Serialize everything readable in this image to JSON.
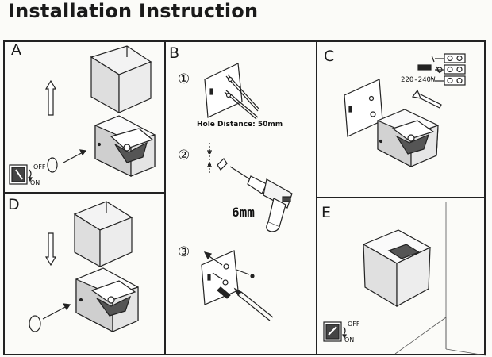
{
  "title": "Installation Instruction",
  "panels": {
    "A": {
      "letter": "A",
      "switch_off": "OFF",
      "switch_on": "ON"
    },
    "B": {
      "letter": "B",
      "step1": "①",
      "step2": "②",
      "step3": "③",
      "hole_distance": "Hole Distance: 50mm",
      "drill_size": "6mm"
    },
    "C": {
      "letter": "C",
      "voltage": "220-240W"
    },
    "D": {
      "letter": "D"
    },
    "E": {
      "letter": "E",
      "switch_off": "OFF",
      "switch_on": "ON"
    }
  }
}
